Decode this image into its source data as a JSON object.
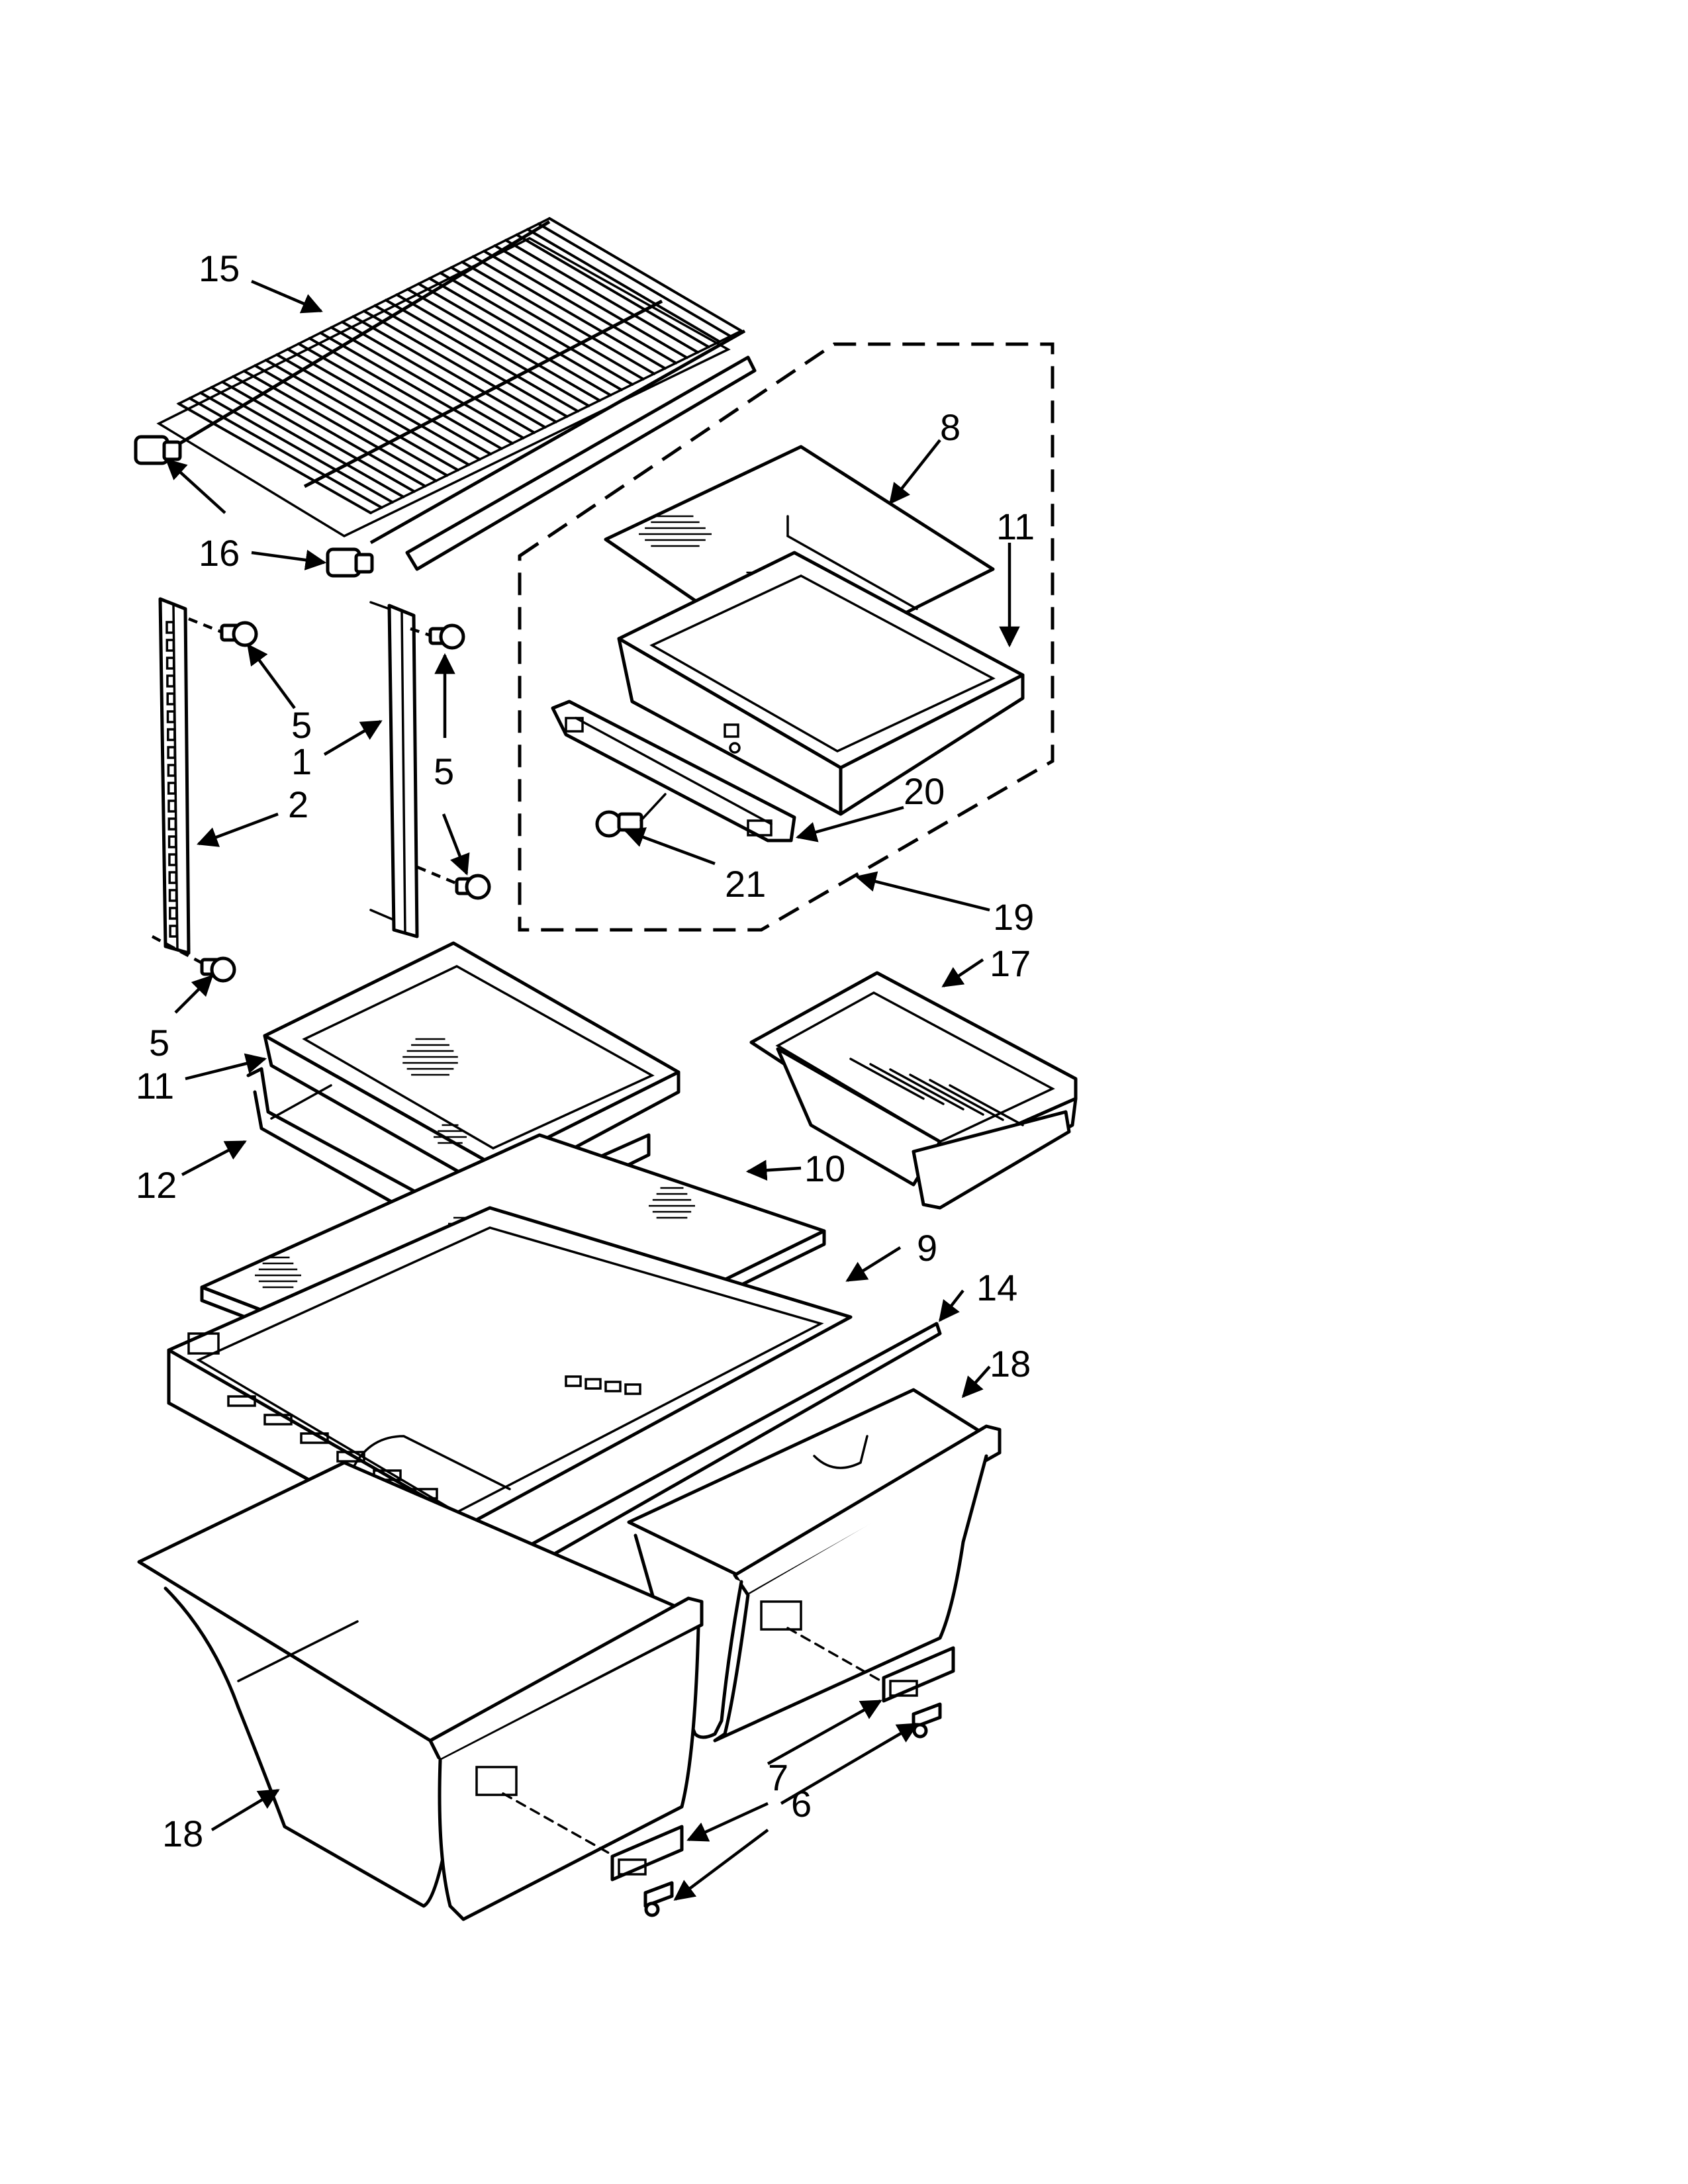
{
  "callouts": [
    {
      "id": "15",
      "label": "15"
    },
    {
      "id": "16",
      "label": "16"
    },
    {
      "id": "8",
      "label": "8"
    },
    {
      "id": "11-top",
      "label": "11"
    },
    {
      "id": "5-a",
      "label": "5"
    },
    {
      "id": "1",
      "label": "1"
    },
    {
      "id": "2",
      "label": "2"
    },
    {
      "id": "5-b",
      "label": "5"
    },
    {
      "id": "20",
      "label": "20"
    },
    {
      "id": "21",
      "label": "21"
    },
    {
      "id": "19",
      "label": "19"
    },
    {
      "id": "17",
      "label": "17"
    },
    {
      "id": "5-c",
      "label": "5"
    },
    {
      "id": "11-bottom",
      "label": "11"
    },
    {
      "id": "10",
      "label": "10"
    },
    {
      "id": "12",
      "label": "12"
    },
    {
      "id": "9",
      "label": "9"
    },
    {
      "id": "14",
      "label": "14"
    },
    {
      "id": "18-right",
      "label": "18"
    },
    {
      "id": "7",
      "label": "7"
    },
    {
      "id": "6",
      "label": "6"
    },
    {
      "id": "18-left",
      "label": "18"
    }
  ]
}
